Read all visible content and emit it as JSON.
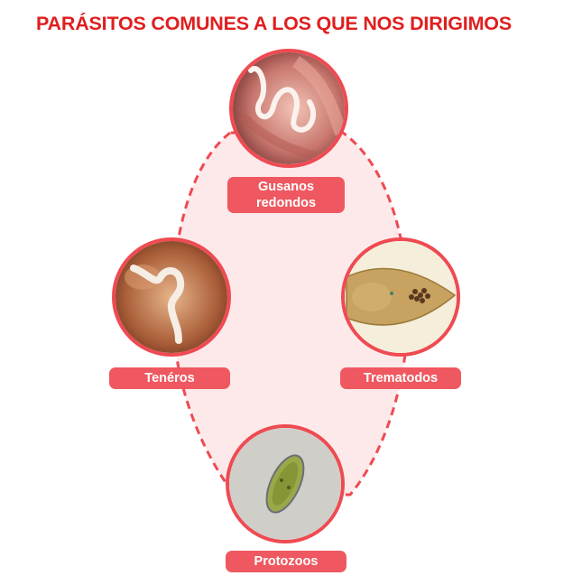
{
  "title": "PARÁSITOS COMUNES A LOS QUE NOS DIRIGIMOS",
  "colors": {
    "title": "#e01e1e",
    "accent": "#ef4a52",
    "label_bg": "#ef5860",
    "ring_fill": "#fde9ea"
  },
  "nodes": [
    {
      "id": "roundworms",
      "label_line1": "Gusanos",
      "label_line2": "redondos",
      "image": "roundworm-intestine-photo"
    },
    {
      "id": "tapeworms",
      "label": "Tenéros",
      "image": "tapeworm-intestine-photo"
    },
    {
      "id": "trematodes",
      "label": "Trematodos",
      "image": "trematode-micrograph"
    },
    {
      "id": "protozoa",
      "label": "Protozoos",
      "image": "protozoa-micrograph"
    }
  ]
}
